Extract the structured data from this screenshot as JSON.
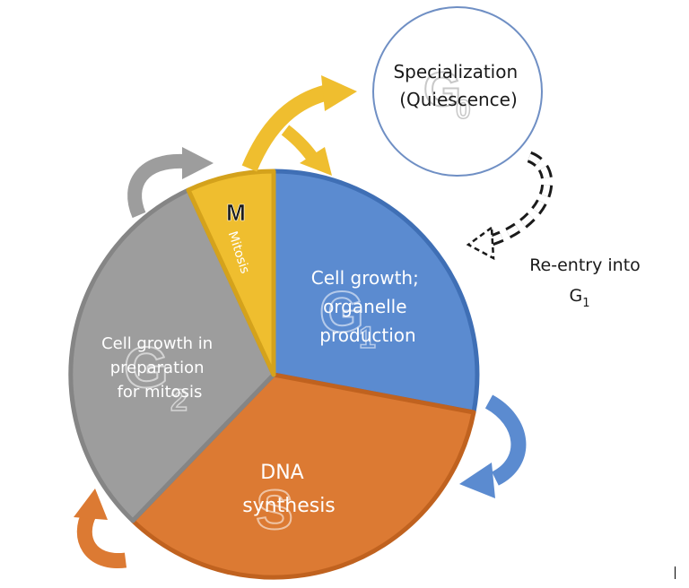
{
  "phases": {
    "g1": {
      "letter": "G",
      "subscript": "1",
      "lines": [
        "Cell growth;",
        "organelle",
        "production"
      ],
      "color": "#5b8bd0"
    },
    "s": {
      "letter": "S",
      "lines": [
        "DNA",
        "synthesis"
      ],
      "color": "#dc7a33"
    },
    "g2": {
      "letter": "G",
      "subscript": "2",
      "lines": [
        "Cell growth in",
        "preparation",
        "for mitosis"
      ],
      "color": "#9d9d9d"
    },
    "m": {
      "letter": "M",
      "label": "Mitosis",
      "color": "#efbe2f"
    }
  },
  "g0": {
    "letter": "G",
    "subscript": "0",
    "lines": [
      "Specialization",
      "(Quiescence)"
    ]
  },
  "reentry": {
    "line1": "Re-entry into",
    "line2_main": "G",
    "line2_sub": "1"
  },
  "icons": [
    "arrow-icon"
  ]
}
